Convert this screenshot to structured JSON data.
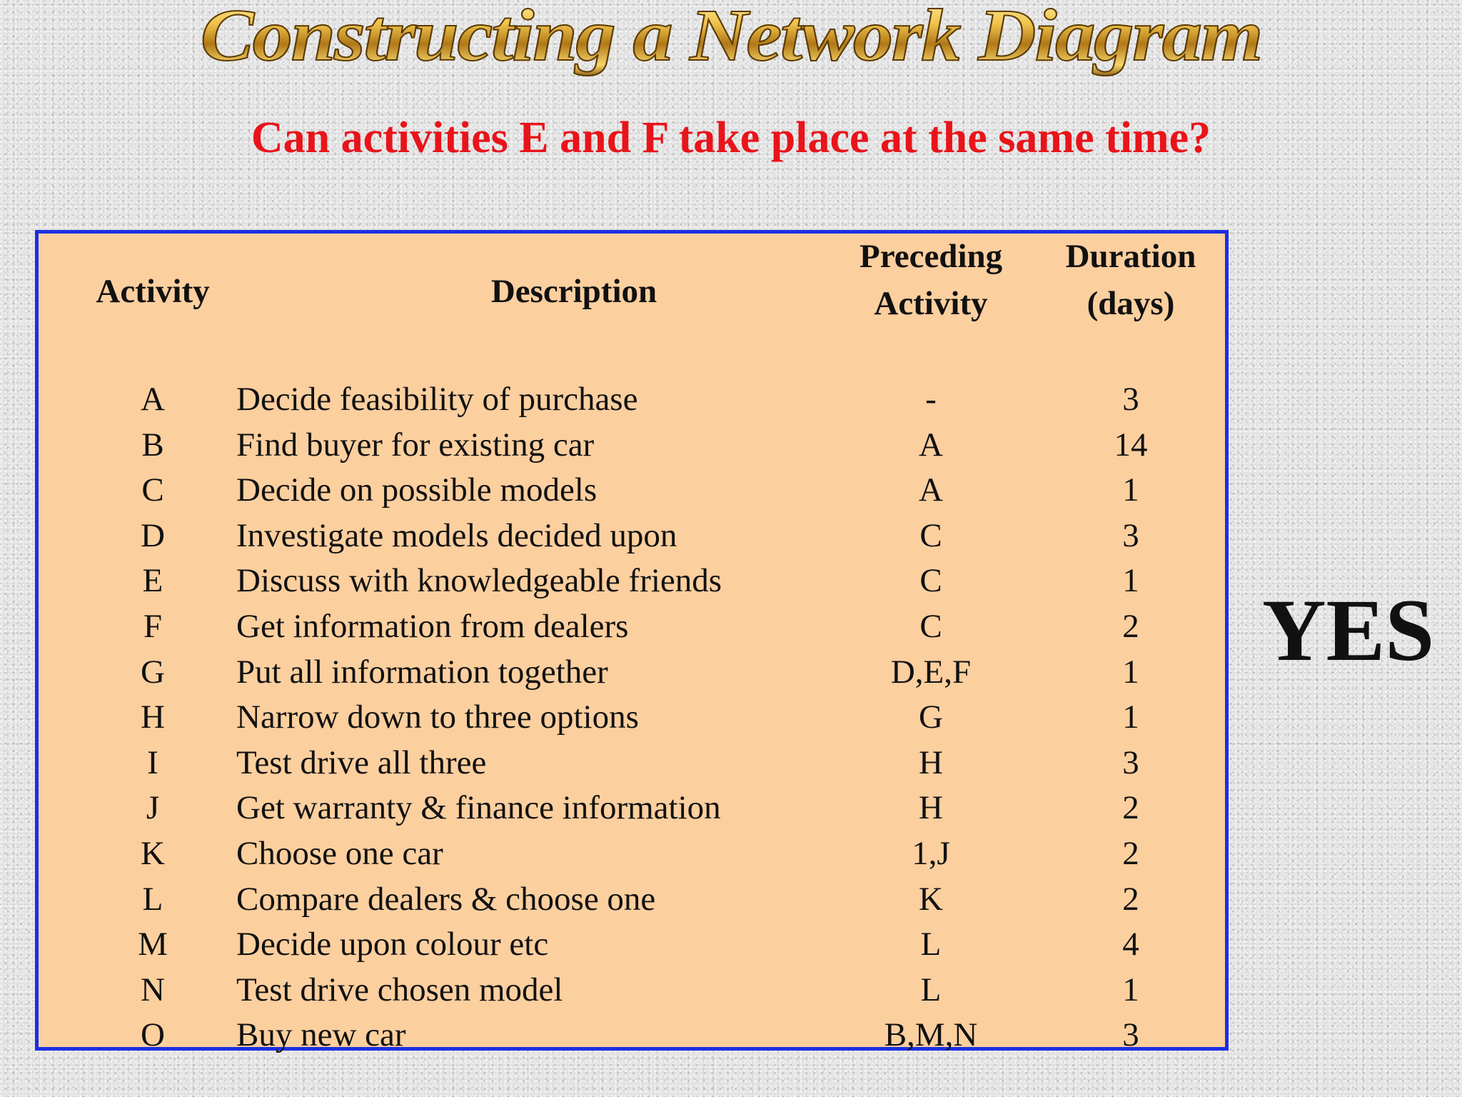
{
  "title": "Constructing a Network Diagram",
  "question": "Can activities E and F take place at the same time?",
  "table": {
    "headers": {
      "activity": "Activity",
      "description": "Description",
      "preceding_line1": "Preceding",
      "preceding_line2": "Activity",
      "duration_line1": "Duration",
      "duration_line2": "(days)"
    },
    "rows": [
      {
        "activity": "A",
        "description": "Decide feasibility of purchase",
        "preceding": "-",
        "duration": "3"
      },
      {
        "activity": "B",
        "description": "Find buyer for existing car",
        "preceding": "A",
        "duration": "14"
      },
      {
        "activity": "C",
        "description": "Decide on possible models",
        "preceding": "A",
        "duration": "1"
      },
      {
        "activity": "D",
        "description": "Investigate models decided upon",
        "preceding": "C",
        "duration": "3"
      },
      {
        "activity": "E",
        "description": "Discuss with knowledgeable friends",
        "preceding": "C",
        "duration": "1"
      },
      {
        "activity": "F",
        "description": "Get information from dealers",
        "preceding": "C",
        "duration": "2"
      },
      {
        "activity": "G",
        "description": "Put all information together",
        "preceding": "D,E,F",
        "duration": "1"
      },
      {
        "activity": "H",
        "description": "Narrow down to three options",
        "preceding": "G",
        "duration": "1"
      },
      {
        "activity": "I",
        "description": "Test drive all three",
        "preceding": "H",
        "duration": "3"
      },
      {
        "activity": "J",
        "description": "Get warranty & finance information",
        "preceding": "H",
        "duration": "2"
      },
      {
        "activity": "K",
        "description": "Choose one car",
        "preceding": "1,J",
        "duration": "2"
      },
      {
        "activity": "L",
        "description": "Compare dealers & choose one",
        "preceding": "K",
        "duration": "2"
      },
      {
        "activity": "M",
        "description": "Decide upon colour etc",
        "preceding": "L",
        "duration": "4"
      },
      {
        "activity": "N",
        "description": "Test drive chosen model",
        "preceding": "L",
        "duration": "1"
      },
      {
        "activity": "O",
        "description": "Buy new car",
        "preceding": "B,M,N",
        "duration": "3"
      }
    ]
  },
  "answer": "YES"
}
